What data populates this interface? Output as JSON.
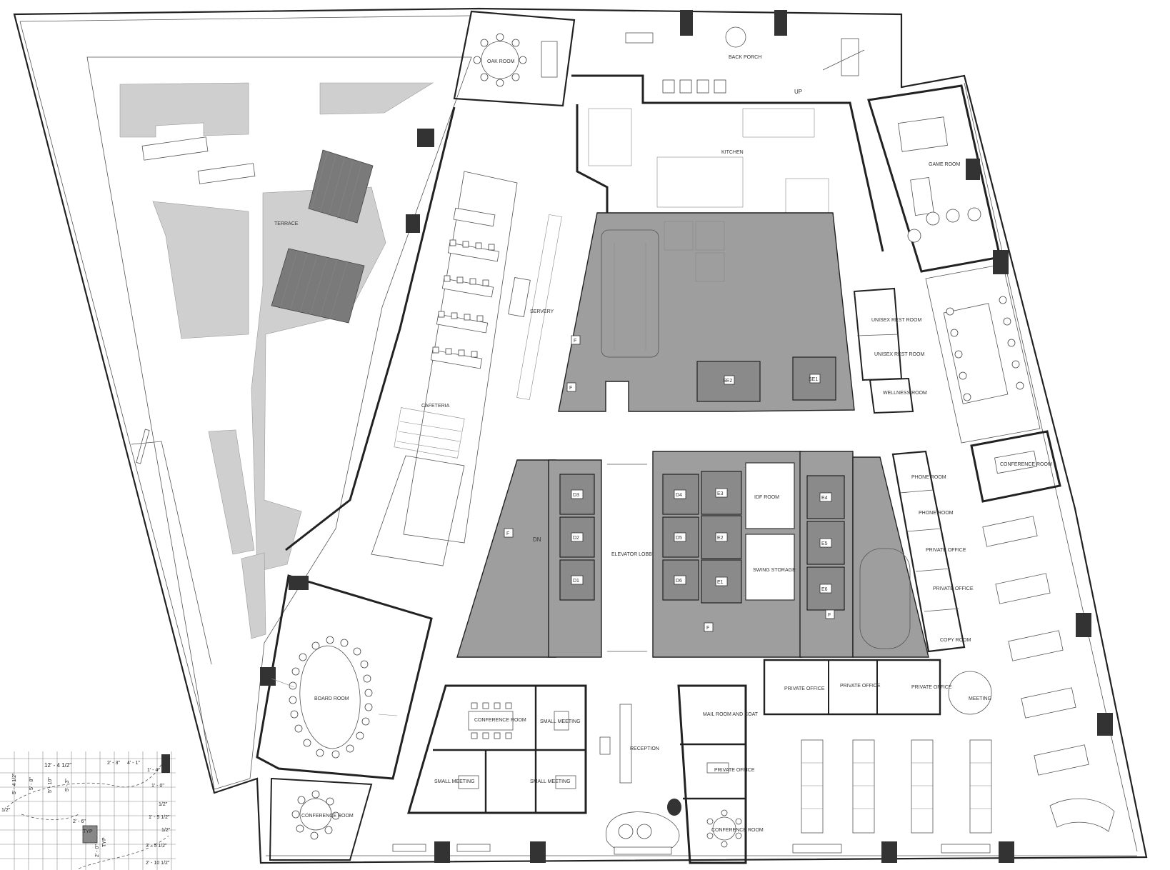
{
  "rooms": {
    "oak_room": "OAK ROOM",
    "back_porch": "BACK PORCH",
    "up": "UP",
    "kitchen": "KITCHEN",
    "terrace": "TERRACE",
    "servery": "SERVERY",
    "cafeteria": "CAFETERIA",
    "game_room": "GAME ROOM",
    "unisex_rr_1": "UNISEX REST ROOM",
    "unisex_rr_2": "UNISEX REST ROOM",
    "wellness": "WELLNESS ROOM",
    "conf_east": "CONFERENCE ROOM",
    "phone_1": "PHONE ROOM",
    "phone_2": "PHONE ROOM",
    "private_office_e1": "PRIVATE OFFICE",
    "private_office_e2": "PRIVATE OFFICE",
    "copy_room": "COPY ROOM",
    "idf_room": "IDF ROOM",
    "swing_storage": "SWING STORAGE",
    "elevator_lobby": "ELEVATOR LOBBY",
    "dn": "DN",
    "board_room": "BOARD ROOM",
    "conf_small_meet": "CONFERENCE ROOM",
    "small_meeting_1": "SMALL MEETING",
    "small_meeting_2": "SMALL MEETING",
    "small_meeting_3": "SMALL MEETING",
    "reception": "RECEPTION",
    "mail_room": "MAIL ROOM AND COAT",
    "private_office_s1": "PRIVATE OFFICE",
    "private_office_s2": "PRIVATE OFFICE",
    "private_office_s3": "PRIVATE OFFICE",
    "meeting": "MEETING",
    "private_office_sw": "PRIVATE OFFICE",
    "conf_south": "CONFERENCE ROOM",
    "conf_sw": "CONFERENCE ROOM"
  },
  "elevators": [
    "D1",
    "D2",
    "D3",
    "D4",
    "D5",
    "D6",
    "E1",
    "E2",
    "E3",
    "E4",
    "E5",
    "E6",
    "SE1",
    "SE2"
  ],
  "core_tag": "F",
  "dimensions": {
    "d1": "12' - 4 1/2\"",
    "d2": "2' - 3\"",
    "d3": "4' - 1\"",
    "d4": "5' - 4 1/2\"",
    "d5": "5' - 8\"",
    "d6": "5' - 10\"",
    "d7": "5' - 3\"",
    "d8": "1' - 0\"",
    "d9": "1' - 4\"",
    "d10": "1/2\"",
    "d11": "2' - 6\"",
    "d12": "TYP",
    "d13": "TYP",
    "d14": "2' - 0\"",
    "d15": "1' - 5 1/2\"",
    "d16": "3' - 5 1/2\"",
    "d17": "2' - 10 1/2\"",
    "d18": "1/2\"",
    "d19": "1/2\""
  }
}
